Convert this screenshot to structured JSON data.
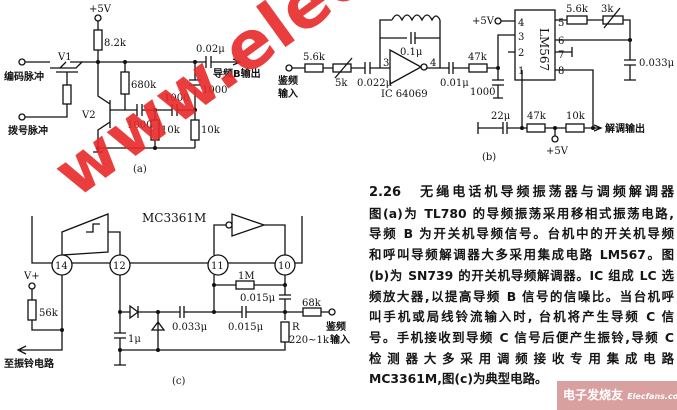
{
  "fig_a": {
    "vcc": "+5V",
    "r1": "8.2k",
    "r2": "680k",
    "c_out": "0.02μ",
    "out_label": "导频B输出",
    "c_shunt": "1000",
    "c1": "1000",
    "c2": "1000",
    "r3": "10k",
    "r4": "10k",
    "q1": "V1",
    "q2": "V2",
    "in1": "编码脉冲",
    "in2": "拨号脉冲",
    "caption": "(a)"
  },
  "fig_b": {
    "in_label_1": "鉴频",
    "in_label_2": "输入",
    "r_in": "5.6k",
    "pot": "5k",
    "c_in": "0.022μ",
    "c_fb": "0.1μ",
    "ic": "IC 64069",
    "pin3": "3",
    "pin4": "4",
    "c_out": "0.01μ",
    "r_47k": "47k",
    "c_1000": "1000",
    "chip": "LM567",
    "vcc": "+5V",
    "vcc2": "+5V",
    "pins": [
      "4",
      "3",
      "2",
      "1",
      "5",
      "6",
      "7",
      "8"
    ],
    "r_5_6k": "5.6k",
    "pot_3k": "3k",
    "c_033": "0.033μ",
    "c_22": "22μ",
    "r_47k_b": "47k",
    "r_10k": "10k",
    "out_label": "解调输出",
    "caption": "(b)"
  },
  "fig_c": {
    "chip": "MC3361M",
    "pins": [
      "14",
      "12",
      "11",
      "10"
    ],
    "vplus": "V+",
    "r_56k": "56k",
    "r_1m": "1M",
    "c_015a": "0.015μ",
    "c_033": "0.033μ",
    "c_015b": "0.015μ",
    "c_1u": "1μ",
    "r_68k": "68k",
    "r_label": "R",
    "r_range": "220~1k",
    "in_label": "鉴频",
    "in_label_2": "输入",
    "out_label": "至振铃电路",
    "caption": "(c)"
  },
  "article": {
    "title": "2.26　无绳电话机导频振荡器与调频解调器",
    "lines": [
      "图(a)为 TL780 的导频振荡采用移相式振荡电路,",
      "导频 B 为开关机导频信号。台机中的开关机导频",
      "和呼叫导频解调器大多采用集成电路 LM567。图",
      "(b)为 SN739 的开关机导频解调器。IC 组成 LC 选",
      "频放大器,以提高导频 B 信号的信噪比。当台机呼",
      "叫手机或局线铃流输入时, 台机将产生导频 C 信",
      "号。手机接收到导频 C 信号后便产生振铃,导频 C",
      "检 测 器 大 多 采 用 调 频 接 收 专 用 集 成 电 路",
      "MC3361M,图(c)为典型电路。"
    ]
  },
  "watermark": "www.elecfans.com",
  "stamp": {
    "cn": "电子发烧友",
    "en": "Elecfans.com"
  }
}
